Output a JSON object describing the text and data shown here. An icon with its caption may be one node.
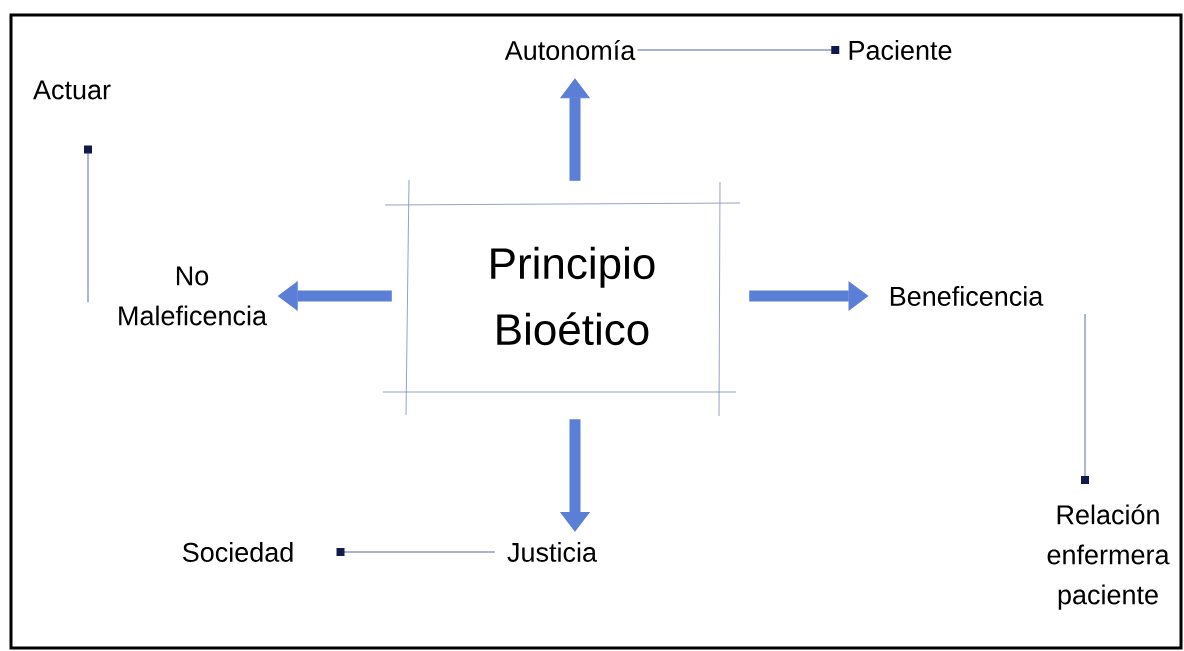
{
  "diagram": {
    "nodes": [
      {
        "text": [
          "Principio Bioético"
        ]
      },
      {
        "text": [
          "Autonomía"
        ]
      },
      {
        "text": [
          "Paciente"
        ]
      },
      {
        "text": [
          "Actuar"
        ]
      },
      {
        "text": [
          "No Maleficencia"
        ]
      },
      {
        "text": [
          "Beneficencia"
        ]
      },
      {
        "text": [
          "Sociedad"
        ]
      },
      {
        "text": [
          "Justicia"
        ]
      },
      {
        "text": [
          "Relación enfermera paciente"
        ]
      }
    ],
    "edges": [
      {
        "from": 0,
        "to": 1,
        "arrow": "to",
        "style": "thick",
        "color": "#5b7fd6"
      },
      {
        "from": 1,
        "to": 2,
        "arrow": "other",
        "color": "#8a97c0"
      },
      {
        "from": 0,
        "to": 4,
        "arrow": "to",
        "style": "thick",
        "color": "#5b7fd6"
      },
      {
        "from": 4,
        "to": 3,
        "arrow": "other",
        "color": "#8a97c0"
      },
      {
        "from": 0,
        "to": 5,
        "arrow": "to",
        "style": "thick",
        "color": "#5b7fd6"
      },
      {
        "from": 5,
        "to": 8,
        "arrow": "other",
        "color": "#8a97c0"
      },
      {
        "from": 0,
        "to": 7,
        "arrow": "to",
        "style": "thick",
        "color": "#5b7fd6"
      },
      {
        "from": 7,
        "to": 6,
        "arrow": "other",
        "color": "#8a97c0"
      }
    ]
  }
}
